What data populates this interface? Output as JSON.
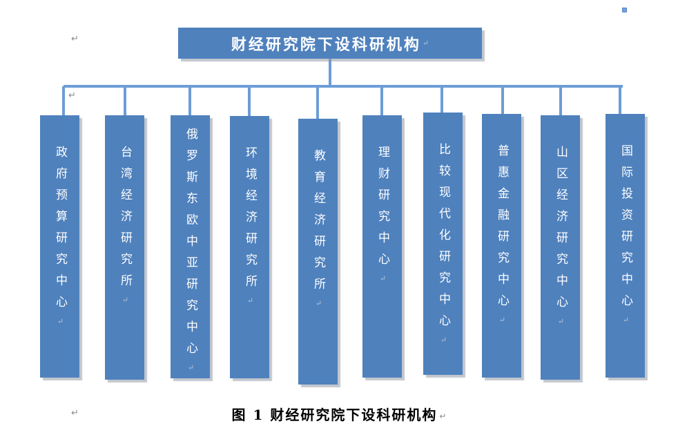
{
  "title": {
    "text": "财经研究院下设科研机构"
  },
  "caption": {
    "text": "图 1 财经研究院下设科研机构"
  },
  "departments": [
    {
      "name": "政府预算研究中心"
    },
    {
      "name": "台湾经济研究所"
    },
    {
      "name": "俄罗斯东欧中亚研究中心"
    },
    {
      "name": "环境经济研究所"
    },
    {
      "name": "教育经济研究所"
    },
    {
      "name": "理财研究中心"
    },
    {
      "name": "比较现代化研究中心"
    },
    {
      "name": "普惠金融研究中心"
    },
    {
      "name": "山区经济研究中心"
    },
    {
      "name": "国际投资研究中心"
    }
  ],
  "formatting_marks": {
    "return_symbol": "↵"
  },
  "colors": {
    "box_fill": "#4F81BD",
    "connector": "#6C9CD8",
    "title_text": "#FFFFFF",
    "box_text": "#FFFFFF",
    "caption_text": "#000000",
    "mark_gray": "#8C8C8C"
  }
}
